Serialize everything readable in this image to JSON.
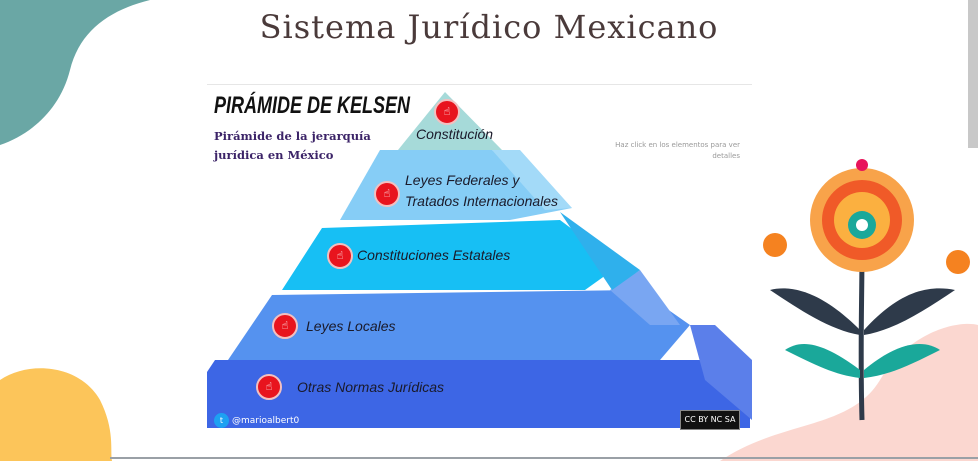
{
  "page_title": "Sistema Jurídico Mexicano",
  "infographic": {
    "heading": "PIRÁMIDE DE KELSEN",
    "subtitle": "Pirámide de la jerarquía jurídica en México",
    "hint": "Haz click en los elementos para ver detalles",
    "levels": [
      {
        "label": "Constitución",
        "color": "#a6dad9"
      },
      {
        "label_line1": "Leyes Federales y",
        "label_line2": "Tratados Internacionales",
        "color": "#86cdf6"
      },
      {
        "label": "Constituciones Estatales",
        "color": "#17bff4"
      },
      {
        "label": "Leyes Locales",
        "color": "#5592ef"
      },
      {
        "label": "Otras Normas Jurídicas",
        "color": "#3d66e5"
      }
    ],
    "button_icon": "hand-pointer-icon",
    "twitter_handle": "@marioalbert0",
    "license": "CC BY NC SA"
  }
}
